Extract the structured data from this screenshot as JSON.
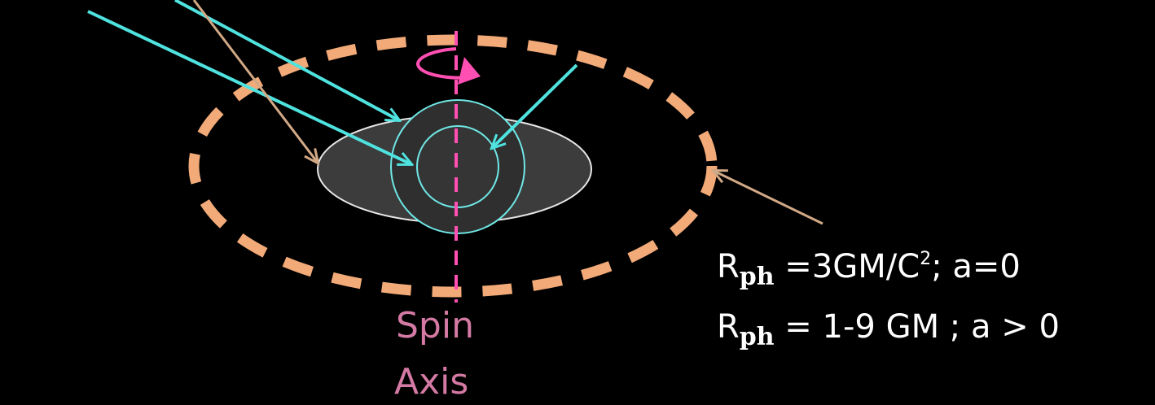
{
  "labels": {
    "spin": "Spin",
    "axis": "Axis"
  },
  "formulas": [
    {
      "base": "R",
      "subscript": "ph",
      "pre_sup": " =3GM/C",
      "superscript": "2",
      "post_sup": "; a=0"
    },
    {
      "base": "R",
      "subscript": "ph",
      "text": " = 1-9 GM ; a > 0"
    }
  ],
  "colors": {
    "background": "#000000",
    "photon_sphere_outline": "#f2aa78",
    "cyan_rays": "#4fe3e0",
    "tan_rays": "#d2a986",
    "spin_axis": "#ff4fb2",
    "ergosphere_fill": "#3c3c3c",
    "ergosphere_outline": "#e6e6e6",
    "horizon_fill": "#2f2f2f",
    "horizon_outline": "#6fe8e6",
    "label_pink": "#d47aa4",
    "formula_text": "#ffffff"
  }
}
